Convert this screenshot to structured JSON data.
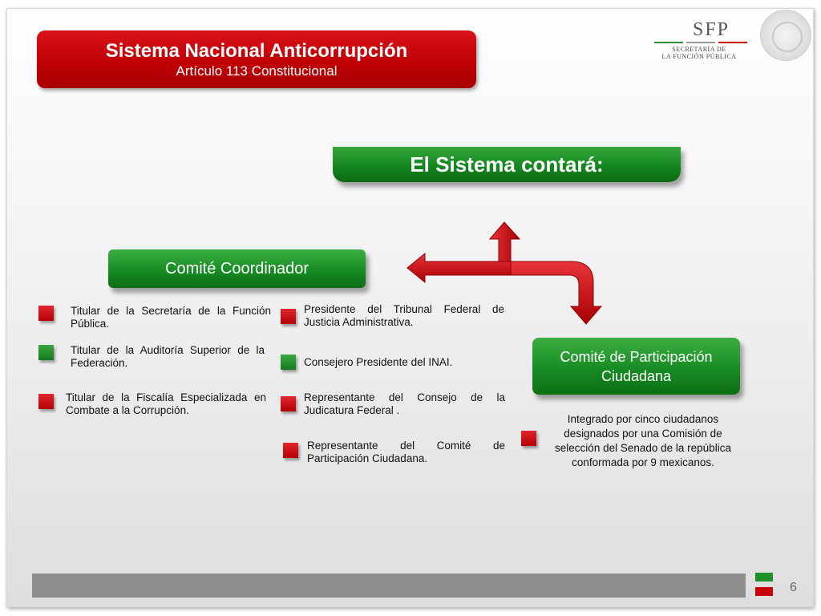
{
  "header": {
    "title": "Sistema Nacional Anticorrupción",
    "subtitle": "Artículo 113 Constitucional"
  },
  "logo": {
    "acronym": "SFP",
    "line1": "SECRETARÍA DE",
    "line2": "LA FUNCIÓN PÚBLICA",
    "icon": "mexico-coat-of-arms-seal"
  },
  "main_heading": "El Sistema contará:",
  "committee_coordinador": {
    "title": "Comité Coordinador",
    "members_left": [
      {
        "text": "Titular de la Secretaría de la Función Pública.",
        "bullet": "red"
      },
      {
        "text": "Titular de la Auditoría Superior de la Federación.",
        "bullet": "green"
      },
      {
        "text": "Titular de la Fiscalía Especializada en Combate a la Corrupción.",
        "bullet": "red"
      }
    ],
    "members_right": [
      {
        "text": "Presidente del Tribunal Federal de Justicia Administrativa.",
        "bullet": "red"
      },
      {
        "text": "Consejero Presidente del INAI.",
        "bullet": "green"
      },
      {
        "text": "Representante del Consejo de la Judicatura Federal .",
        "bullet": "red"
      },
      {
        "text": "Representante del Comité de Participación Ciudadana.",
        "bullet": "red"
      }
    ]
  },
  "committee_ciudadana": {
    "title_line1": "Comité de Participación",
    "title_line2": "Ciudadana",
    "description": "Integrado por cinco ciudadanos designados por una Comisión de selección del Senado de la república conformada por 9 mexicanos.",
    "bullet": "red"
  },
  "footer": {
    "page_number": "6"
  },
  "colors": {
    "red": "#c00005",
    "green": "#168a22",
    "footer_gray": "#8e8e8e"
  }
}
